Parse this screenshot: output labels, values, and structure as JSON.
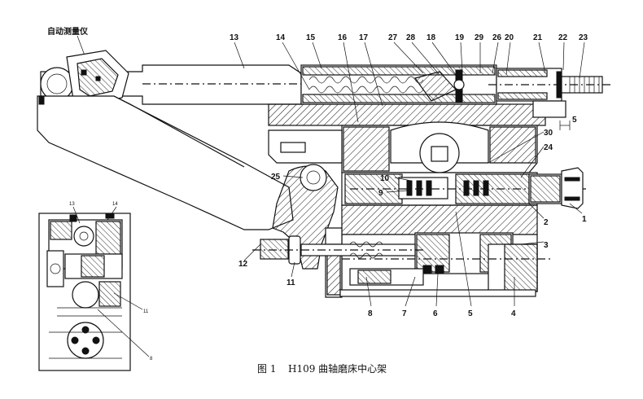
{
  "diagram": {
    "top_label": "自动测量仪",
    "caption": {
      "figure_number": "图 1",
      "title": "H109 曲轴磨床中心架"
    },
    "callouts_top": [
      "13",
      "14",
      "15",
      "16",
      "17",
      "27",
      "28",
      "18",
      "19",
      "29",
      "26",
      "20",
      "21",
      "22",
      "23"
    ],
    "callouts_right": [
      "30",
      "24",
      "1",
      "2",
      "3"
    ],
    "callouts_bottom": [
      "8",
      "7",
      "6",
      "5",
      "4"
    ],
    "callouts_left": [
      "25",
      "10",
      "9",
      "12",
      "11"
    ],
    "dimension_label": "5",
    "inset": {
      "callouts": [
        "13",
        "14",
        "11",
        "8"
      ]
    }
  }
}
